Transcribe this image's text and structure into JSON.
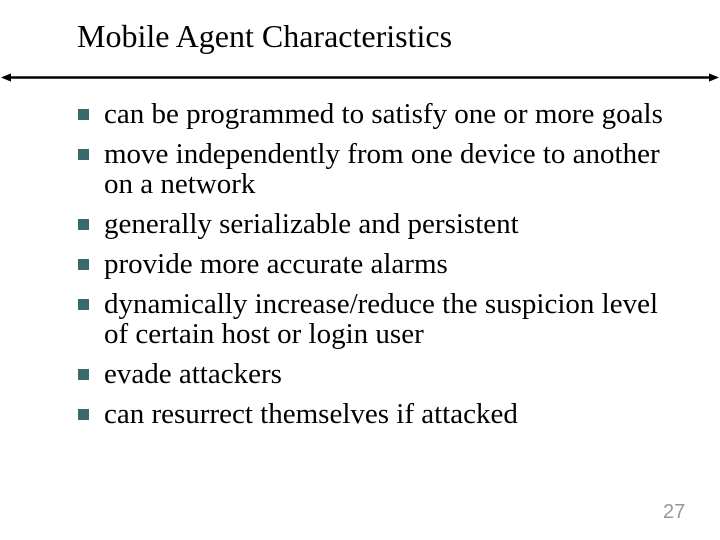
{
  "slide": {
    "title": "Mobile Agent Characteristics",
    "bullets": [
      {
        "lines": [
          "can be programmed to satisfy one or more goals"
        ]
      },
      {
        "lines": [
          "move independently from one device to another",
          "on a network"
        ]
      },
      {
        "lines": [
          "generally serializable and persistent"
        ]
      },
      {
        "lines": [
          "provide more accurate alarms"
        ]
      },
      {
        "lines": [
          "dynamically increase/reduce the suspicion level",
          "of certain host or login user"
        ]
      },
      {
        "lines": [
          "evade attackers"
        ]
      },
      {
        "lines": [
          "can resurrect themselves if attacked"
        ]
      }
    ],
    "page_number": "27",
    "colors": {
      "background": "#ffffff",
      "title_text": "#000000",
      "body_text": "#000000",
      "bullet_square": "#3b6a6a",
      "divider_line": "#000000",
      "page_number": "#8c9aa5"
    }
  }
}
